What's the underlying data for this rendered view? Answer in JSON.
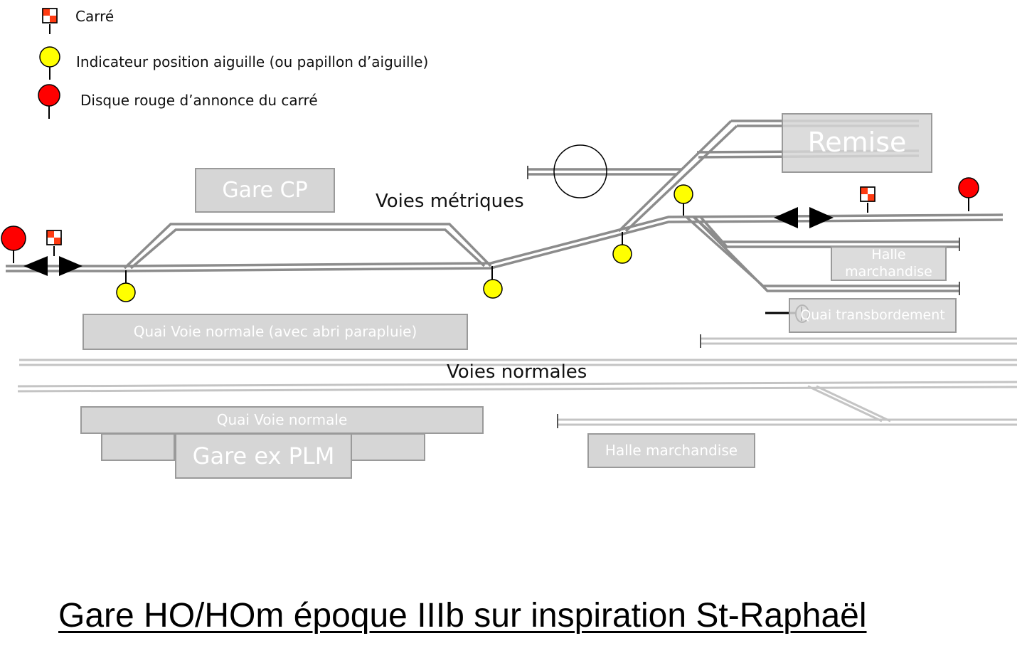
{
  "title": "Gare HO/HOm époque IIIb sur inspiration St-Raphaël",
  "legend": {
    "carre": "Carré",
    "indicateur": "Indicateur position aiguille (ou papillon d’aiguille)",
    "disque": "Disque rouge d’annonce du carré"
  },
  "labels": {
    "voies_metriques": "Voies métriques",
    "voies_normales": "Voies normales"
  },
  "buildings": {
    "gare_cp": "Gare CP",
    "remise": "Remise",
    "halle_marchandise_metrique": "Halle marchandise",
    "quai_transbordement": "Quai transbordement",
    "quai_voie_normale_abri": "Quai Voie normale (avec abri parapluie)",
    "quai_voie_normale": "Quai Voie normale",
    "gare_ex_plm": "Gare ex PLM",
    "halle_marchandise": "Halle marchandise"
  },
  "colors": {
    "track_metric": "#8c8c8c",
    "track_normal": "#c4c4c4",
    "building_fill": "#d6d6d6",
    "building_border": "#9a9a9a",
    "signal_red": "#ff0000",
    "signal_yellow": "#ffff00",
    "carre_red": "#ff3b12"
  },
  "icons": [
    "carre-signal-icon",
    "switch-indicator-icon",
    "red-disc-signal-icon",
    "direction-arrow-icon",
    "turntable-icon",
    "buffer-stop-icon"
  ]
}
